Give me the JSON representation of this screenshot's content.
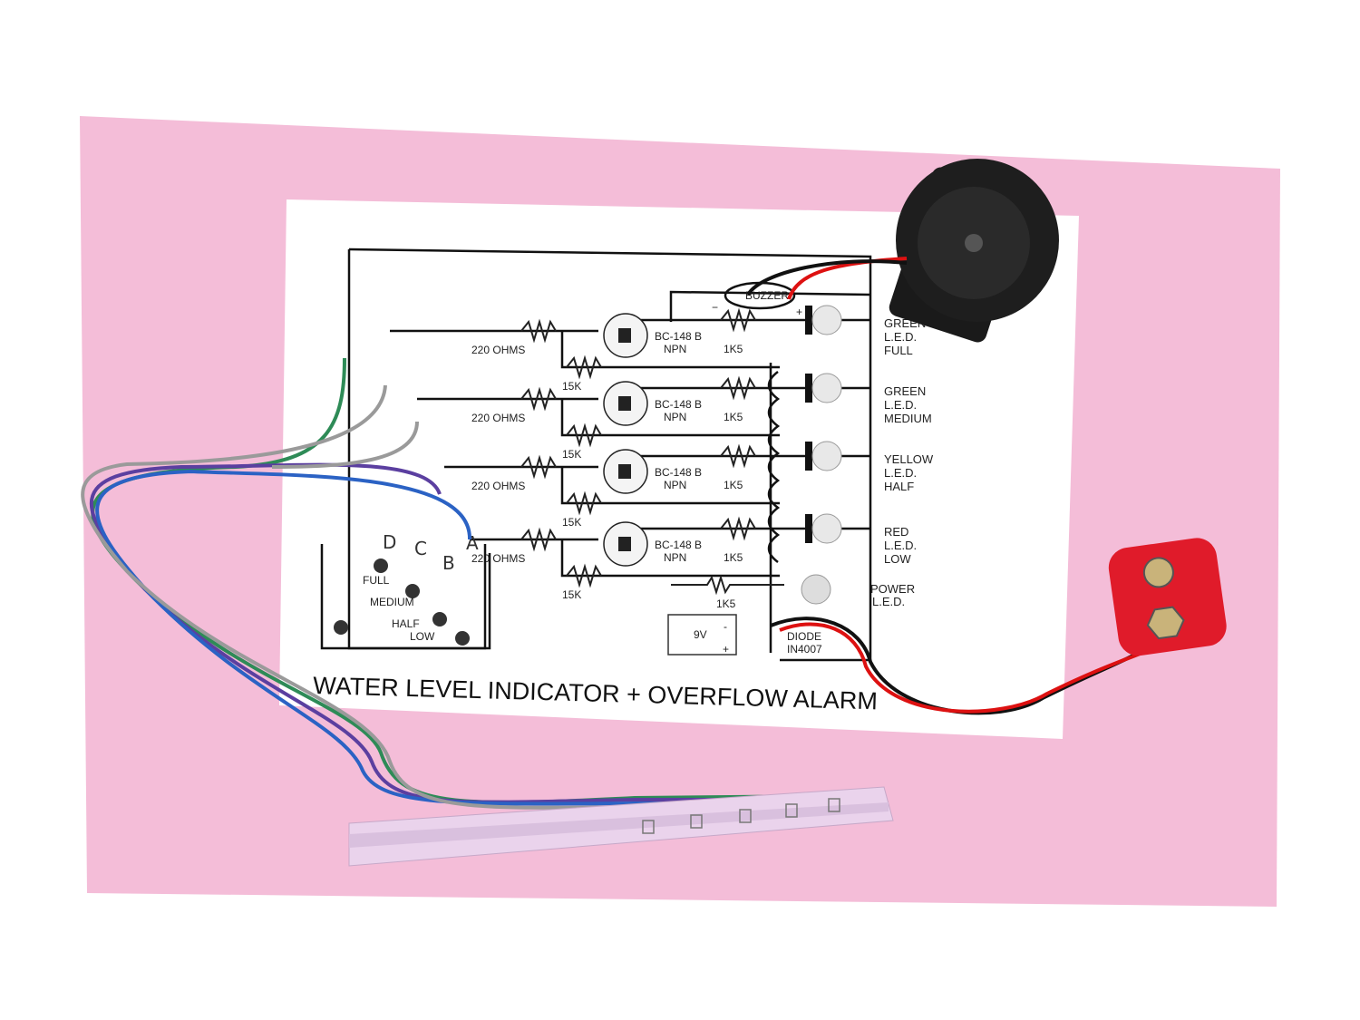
{
  "photo": {
    "title": "WATER LEVEL INDICATOR + OVERFLOW ALARM",
    "buzzer_label": "BUZZER",
    "minus": "−",
    "plus": "+",
    "stages": [
      {
        "base_res": "220 OHMS",
        "pull_res": "15K",
        "transistor": "BC-148 B",
        "type": "NPN",
        "led_res": "1K5",
        "led_label": [
          "GREEN",
          "L.E.D.",
          "FULL"
        ]
      },
      {
        "base_res": "220 OHMS",
        "pull_res": "15K",
        "transistor": "BC-148 B",
        "type": "NPN",
        "led_res": "1K5",
        "led_label": [
          "GREEN",
          "L.E.D.",
          "MEDIUM"
        ]
      },
      {
        "base_res": "220 OHMS",
        "pull_res": "15K",
        "transistor": "BC-148 B",
        "type": "NPN",
        "led_res": "1K5",
        "led_label": [
          "YELLOW",
          "L.E.D.",
          "HALF"
        ]
      },
      {
        "base_res": "220 OHMS",
        "pull_res": "15K",
        "transistor": "BC-148 B",
        "type": "NPN",
        "led_res": "1K5",
        "led_label": [
          "RED",
          "L.E.D.",
          "LOW"
        ]
      }
    ],
    "power_res": "1K5",
    "power_led": [
      "POWER",
      "L.E.D."
    ],
    "battery": "9V",
    "battery_minus": "-",
    "battery_plus": "+",
    "diode": [
      "DIODE",
      "IN4007"
    ],
    "tank_levels": [
      "FULL",
      "MEDIUM",
      "HALF",
      "LOW"
    ],
    "probe_letters": [
      "D",
      "C",
      "B",
      "A"
    ],
    "colors": {
      "card": "#f4bdd8",
      "paper": "#ffffff",
      "wire_green": "#2e8b57",
      "wire_purple": "#5b3fa0",
      "wire_blue": "#2b62c4",
      "wire_grey": "#9a9a9a",
      "clip_red": "#e01b2a"
    }
  }
}
